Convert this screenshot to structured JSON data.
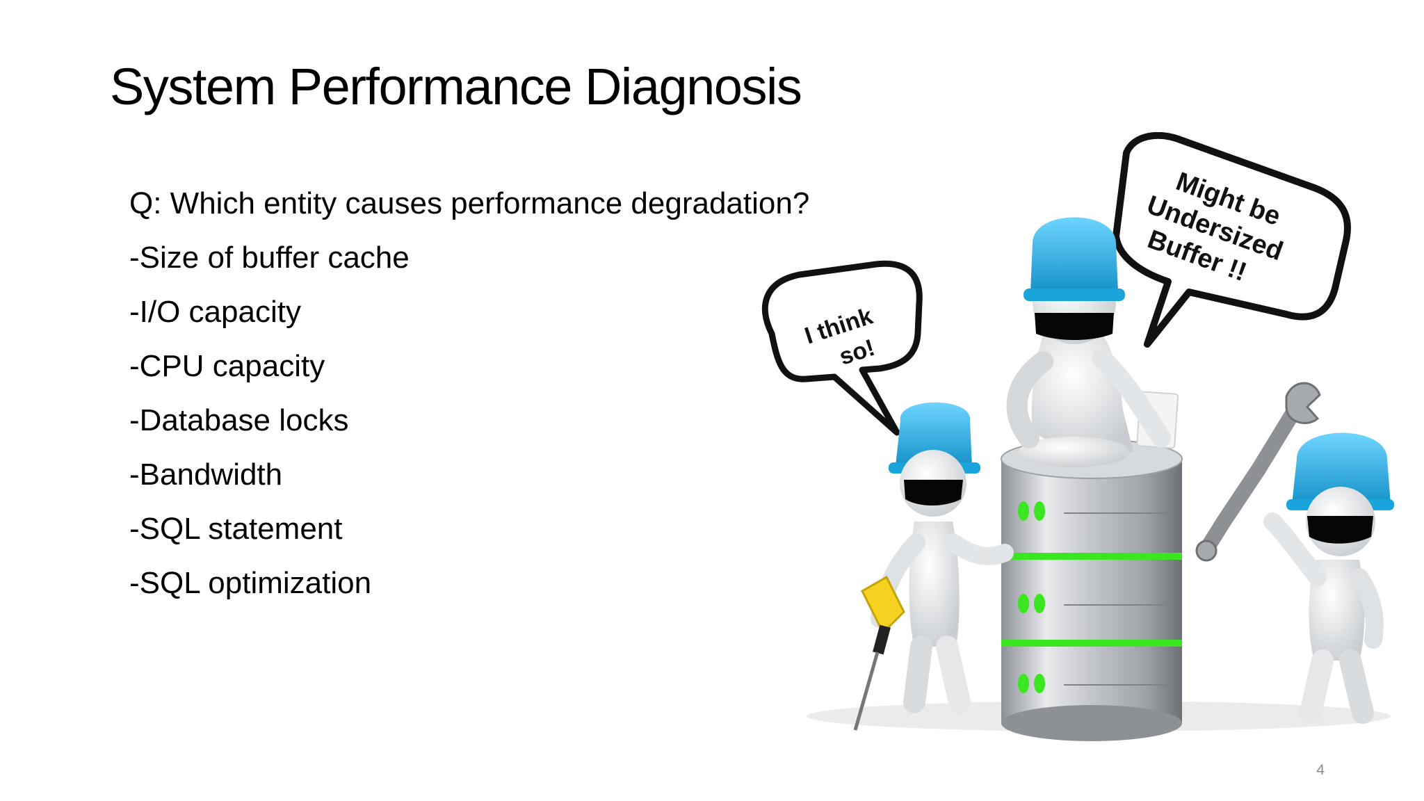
{
  "slide": {
    "title": "System Performance Diagnosis",
    "question": "Q: Which entity causes performance degradation?",
    "items": [
      "-Size of buffer cache",
      "-I/O capacity",
      "-CPU capacity",
      "-Database locks",
      "-Bandwidth",
      "-SQL statement",
      "-SQL optimization"
    ],
    "page_number": "4"
  },
  "illustration": {
    "bubble_left_lines": [
      "I think",
      "so!"
    ],
    "bubble_right_lines": [
      "Might be",
      "Undersized",
      "Buffer !!"
    ],
    "colors": {
      "helmet": "#1eaee6",
      "server_light": "#39e61f",
      "server_body": "#b9bcc0"
    },
    "icons": [
      "speech-bubble-icon",
      "hard-hat-icon",
      "database-server-icon",
      "drill-icon",
      "wrench-icon"
    ]
  }
}
